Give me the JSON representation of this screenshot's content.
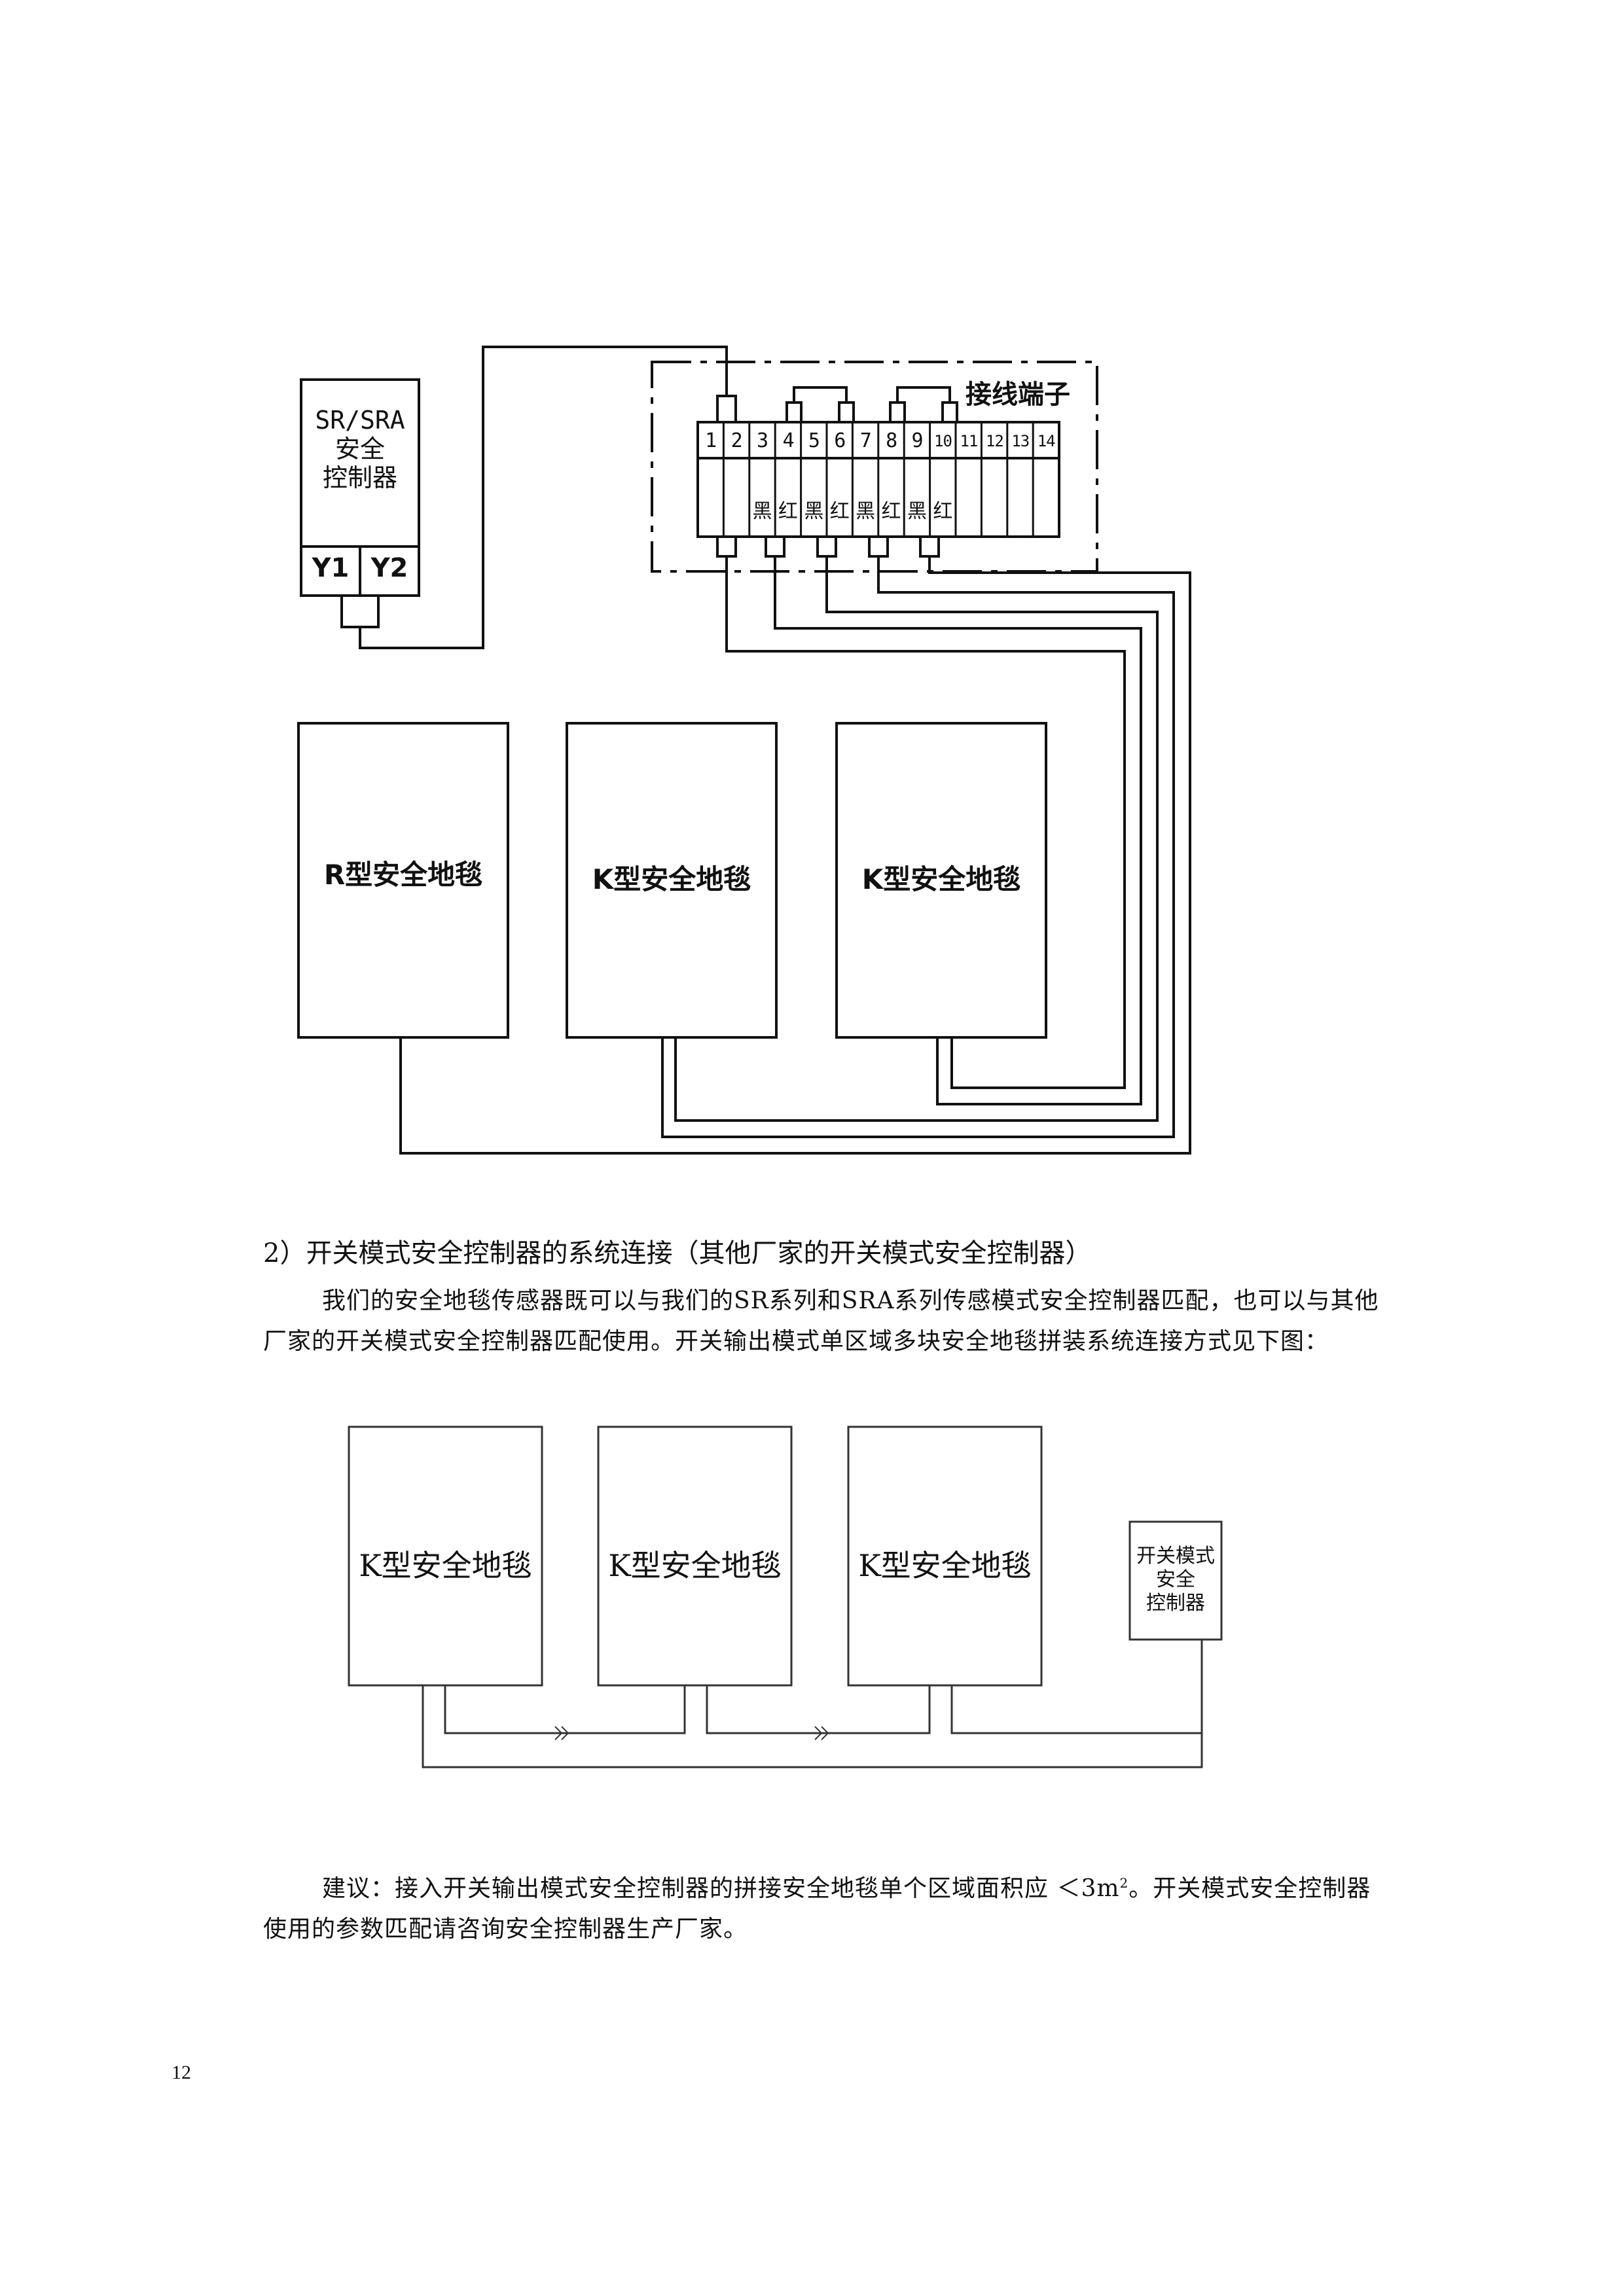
{
  "diagram1": {
    "controller": {
      "line1": "SR/SRA",
      "line2": "安全",
      "line3": "控制器",
      "port_y1": "Y1",
      "port_y2": "Y2"
    },
    "terminal_block": {
      "title": "接线端子",
      "numbers": [
        "1",
        "2",
        "3",
        "4",
        "5",
        "6",
        "7",
        "8",
        "9",
        "10",
        "11",
        "12",
        "13",
        "14"
      ],
      "wire_labels": [
        "黑",
        "红",
        "黑",
        "红",
        "黑",
        "红",
        "黑",
        "红"
      ]
    },
    "mats": [
      "R型安全地毯",
      "K型安全地毯",
      "K型安全地毯"
    ]
  },
  "section": {
    "heading": "2）开关模式安全控制器的系统连接（其他厂家的开关模式安全控制器）",
    "paragraph_line1": "我们的安全地毯传感器既可以与我们的SR系列和SRA系列传感模式安全控制器匹配，也可以与其他",
    "paragraph_line2": "厂家的开关模式安全控制器匹配使用。开关输出模式单区域多块安全地毯拼装系统连接方式见下图："
  },
  "diagram2": {
    "mats": [
      "K型安全地毯",
      "K型安全地毯",
      "K型安全地毯"
    ],
    "controller": {
      "line1": "开关模式",
      "line2": "安全",
      "line3": "控制器"
    }
  },
  "note": {
    "line1_a": "建议：接入开关输出模式安全控制器的拼接安全地毯单个区域面积应 ＜3m",
    "line1_sup": "2",
    "line1_b": "。开关模式安全控制器",
    "line2": "使用的参数匹配请咨询安全控制器生产厂家。"
  },
  "page_number": "12"
}
